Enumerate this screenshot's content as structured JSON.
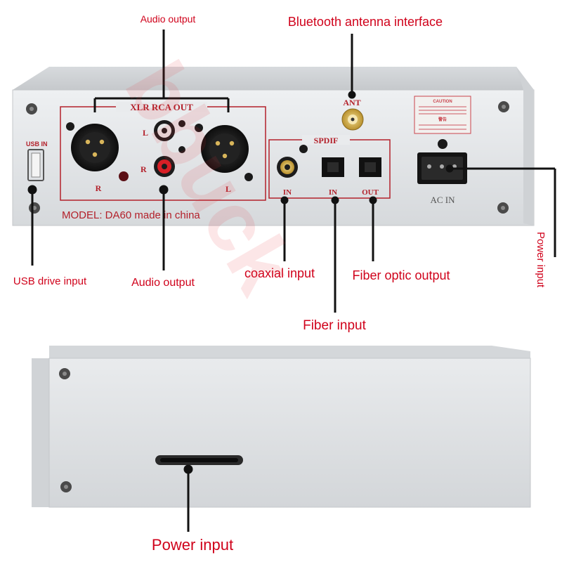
{
  "callouts": {
    "audio_output_top": "Audio output",
    "bluetooth_antenna": "Bluetooth antenna interface",
    "usb_drive": "USB drive input",
    "audio_output_bottom": "Audio output",
    "coaxial": "coaxial input",
    "fiber_optic_output": "Fiber optic output",
    "fiber_input": "Fiber input",
    "power_input_side": "Power input",
    "power_input_bottom": "Power input"
  },
  "panel": {
    "xlr_rca_out": "XLR RCA OUT",
    "ant": "ANT",
    "spdif": "SPDIF",
    "usb_in": "USB IN",
    "r_left": "R",
    "l_right": "L",
    "rca_l": "L",
    "rca_r": "R",
    "coax_in": "IN",
    "opt_in": "IN",
    "opt_out": "OUT",
    "ac_in": "AC IN",
    "model": "MODEL:  DA60  made in china",
    "caution_title": "CAUTION",
    "warning_title": "警告"
  },
  "watermark": "bbuck",
  "colors": {
    "callout_text": "#d0021b",
    "panel_print": "#b3202a",
    "chassis": "#e2e4e6"
  }
}
